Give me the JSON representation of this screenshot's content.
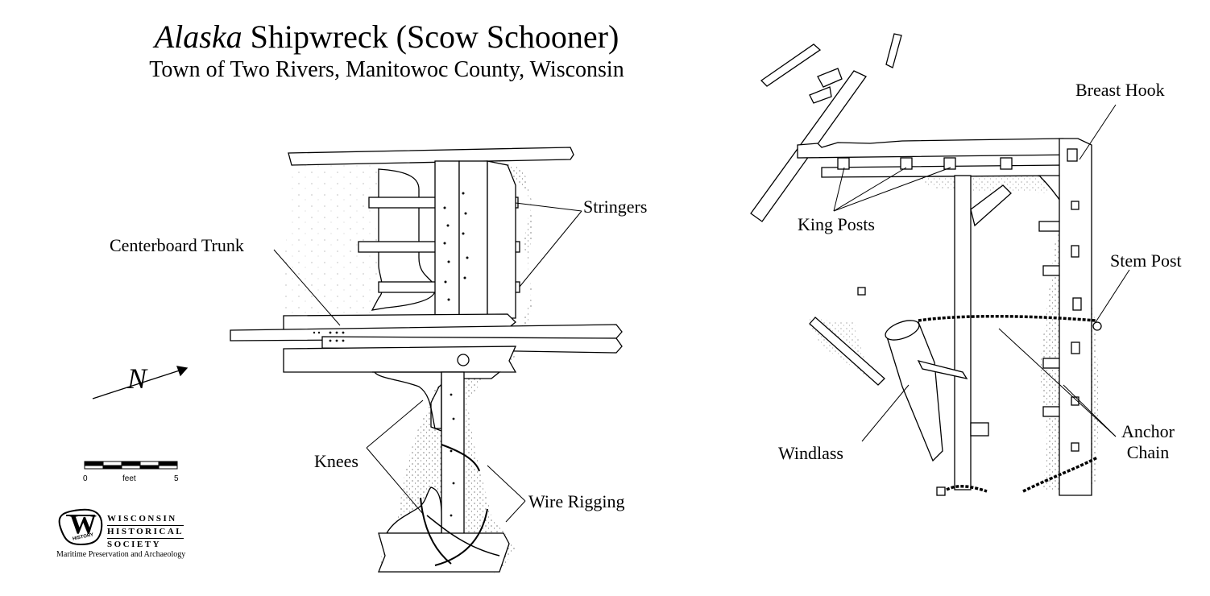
{
  "title": {
    "italic": "Alaska",
    "rest": " Shipwreck (Scow Schooner)",
    "subtitle": "Town of Two Rivers, Manitowoc County, Wisconsin"
  },
  "labels": {
    "stringers": "Stringers",
    "centerboard_trunk": "Centerboard Trunk",
    "knees": "Knees",
    "wire_rigging": "Wire Rigging",
    "king_posts": "King Posts",
    "breast_hook": "Breast Hook",
    "stem_post": "Stem Post",
    "windlass": "Windlass",
    "anchor_line1": "Anchor",
    "anchor_line2": "Chain"
  },
  "compass": {
    "letter": "N"
  },
  "scale": {
    "min": "0",
    "unit": "feet",
    "max": "5"
  },
  "logo": {
    "badge": "W",
    "badge_text": "HISTORY",
    "line1": "WISCONSIN",
    "line2": "HISTORICAL",
    "line3": "SOCIETY",
    "dept": "Maritime Preservation and Archaeology"
  }
}
